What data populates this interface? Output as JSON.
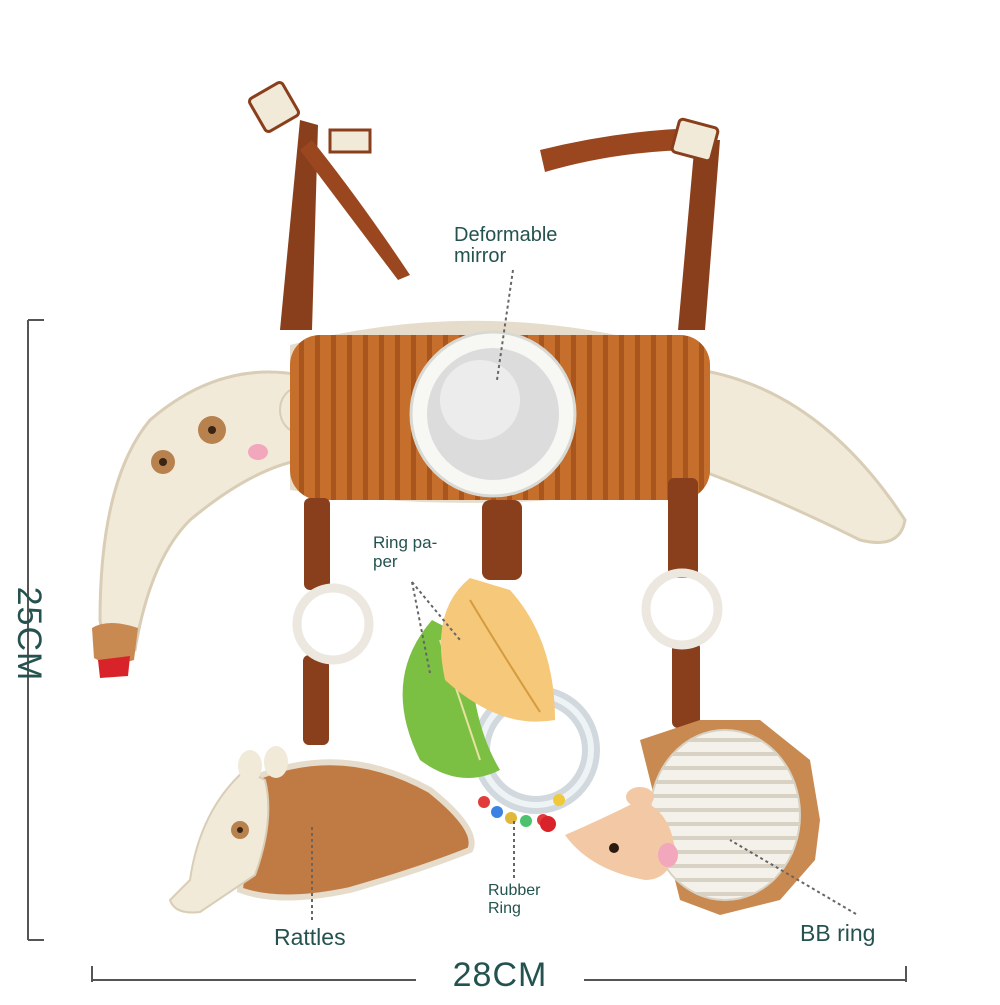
{
  "product": {
    "colors": {
      "label_text": "#24534f",
      "body_orange": "#c66e2b",
      "strap_brown": "#8a3f1c",
      "cream": "#f1ead9",
      "leaf_green": "#7bc043",
      "leaf_yellow": "#f5c87a"
    }
  },
  "callouts": {
    "mirror": {
      "line1": "Deformable",
      "line2": "mirror"
    },
    "ring_paper": {
      "line1": "Ring pa-",
      "line2": "per"
    },
    "rubber_ring": {
      "line1": "Rubber",
      "line2": "Ring"
    },
    "rattles": "Rattles",
    "bb_ring": "BB ring"
  },
  "dimensions": {
    "width": "28CM",
    "height": "25CM"
  }
}
